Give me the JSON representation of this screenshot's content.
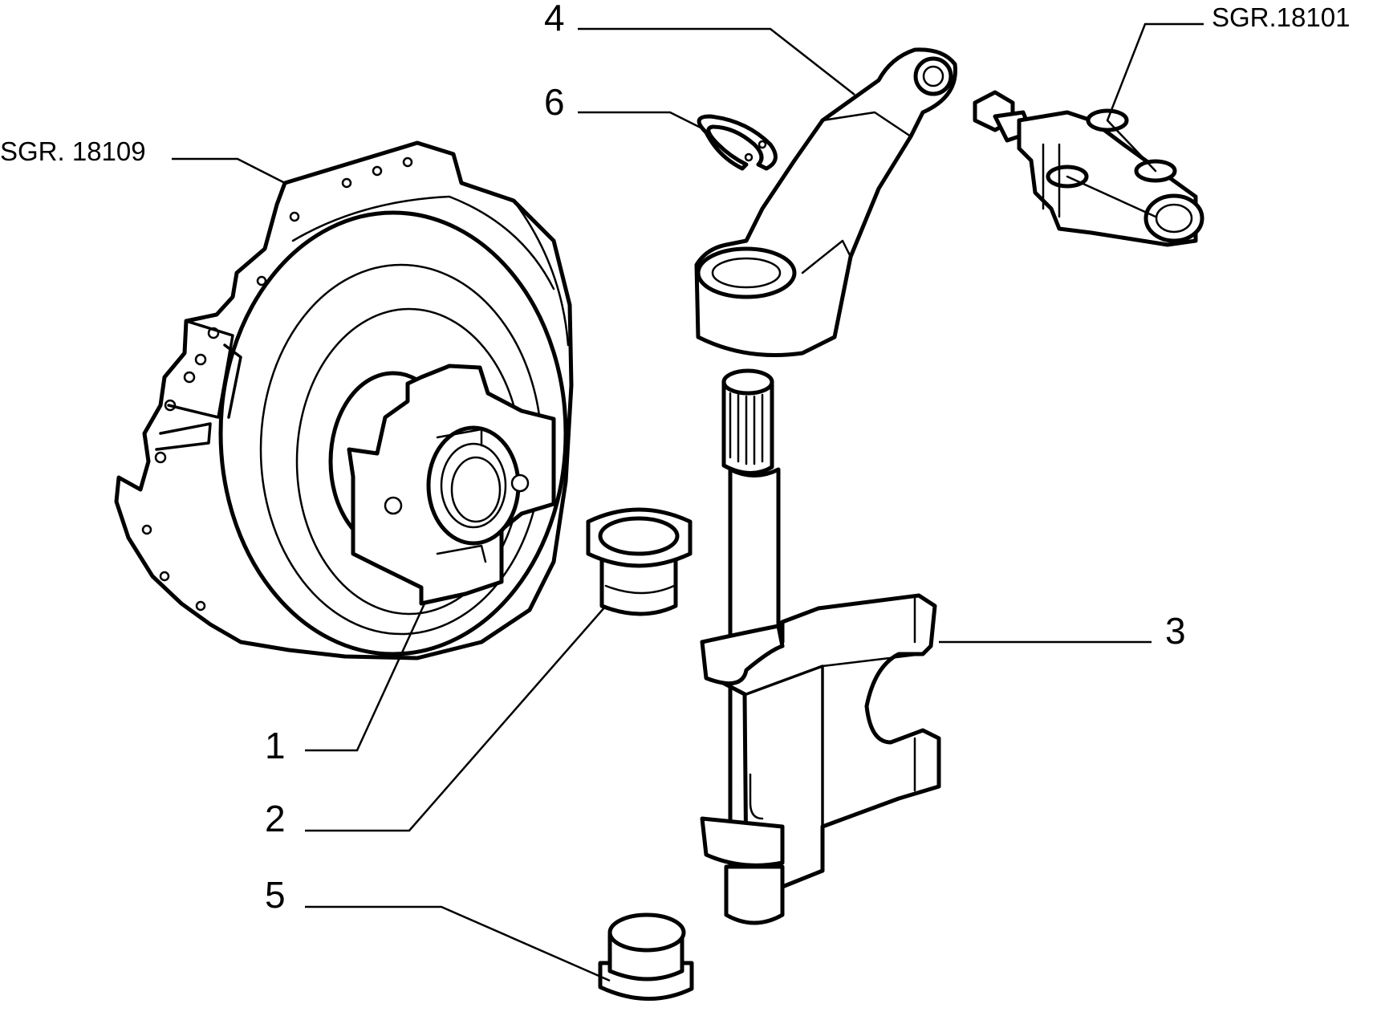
{
  "labels": {
    "part_1": "1",
    "part_2": "2",
    "part_3": "3",
    "part_4": "4",
    "part_5": "5",
    "part_6": "6",
    "ref_clutch": "SGR. 18109",
    "ref_cylinder": "SGR.18101"
  }
}
